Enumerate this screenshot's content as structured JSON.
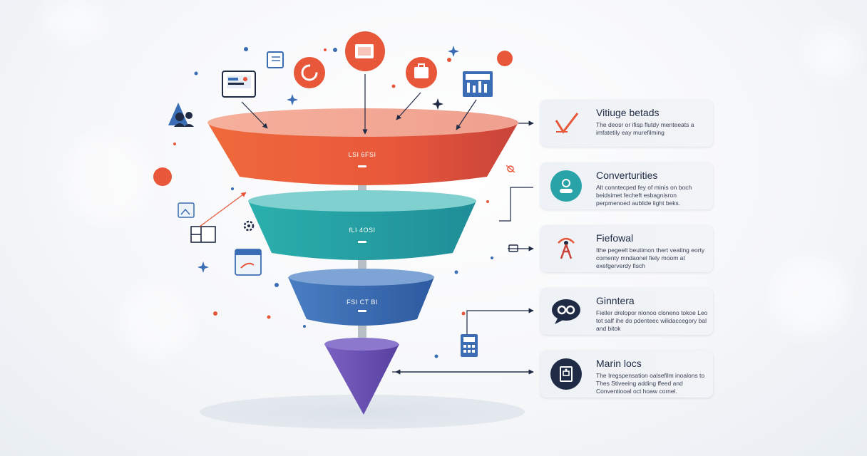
{
  "funnel": {
    "layers": [
      {
        "label": "LSI 6FSI",
        "color": "#e8573a"
      },
      {
        "label": "fLI 4OSI",
        "color": "#2aa3a8"
      },
      {
        "label": "FSI CT BI",
        "color": "#3a6db3"
      },
      {
        "label": "",
        "color": "#6a4fb0"
      }
    ]
  },
  "stages": [
    {
      "title": "Vitiuge betads",
      "desc": "The deosr or ifisp flutdy menteeats a imfatetily eay murefilming",
      "icon": "checkmark-icon"
    },
    {
      "title": "Converturities",
      "desc": "Alt conntecped fey of minis on boch beidsimet fecheft esbagnisron perpmenoed aublide light beks.",
      "icon": "user-icon"
    },
    {
      "title": "Fiefowal",
      "desc": "Ithe pegeelt beutimon thert veating eorty comenty mndaonel fiely moom at exefgerverdy fisch",
      "icon": "person-icon"
    },
    {
      "title": "Ginntera",
      "desc": "Fieller drelopor nionoo cloneno tokoe Leo tot salf ihe do pdenteec wilidaccegory bal and bitok",
      "icon": "chat-bubble-icon"
    },
    {
      "title": "Marin locs",
      "desc": "The Iregspensation oalsefilm inoalons to Thes Stiveeing adding ffeed and Conventiooal oct hoaw cornel.",
      "icon": "document-icon"
    }
  ],
  "icons": {
    "top": [
      "presentation-icon",
      "notebook-icon",
      "refresh-icon",
      "monitor-icon",
      "briefcase-icon",
      "chart-board-icon"
    ],
    "left": [
      "team-icon",
      "image-icon",
      "layout-icon",
      "settings-icon",
      "calendar-icon"
    ],
    "right": [
      "battery-icon",
      "calculator-icon"
    ]
  },
  "colors": {
    "orange": "#e8573a",
    "teal": "#2aa3a8",
    "blue": "#3a6db3",
    "purple": "#6a4fb0",
    "navy": "#1f2a44",
    "ink": "#3a4256"
  }
}
